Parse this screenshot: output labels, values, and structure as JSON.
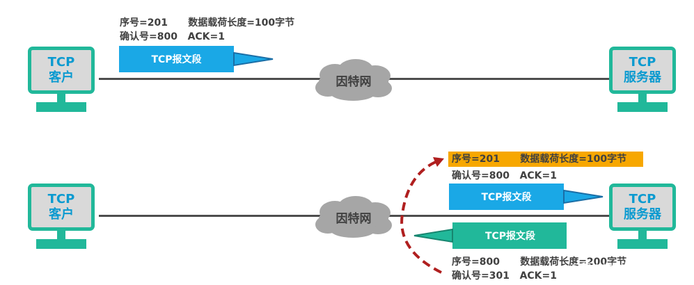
{
  "top": {
    "client": {
      "line1": "TCP",
      "line2": "客户"
    },
    "server": {
      "line1": "TCP",
      "line2": "服务器"
    },
    "network": "因特网",
    "info_line1": "序号=201      数据载荷长度=100字节",
    "info_line2": "确认号=800   ACK=1",
    "segment_label": "TCP报文段"
  },
  "bottom": {
    "client": {
      "line1": "TCP",
      "line2": "客户"
    },
    "server": {
      "line1": "TCP",
      "line2": "服务器"
    },
    "network": "因特网",
    "highlight_line": "序号=201      数据载荷长度=100字节",
    "info_line2": "确认号=800   ACK=1",
    "segment_to_server": "TCP报文段",
    "segment_to_client": "TCP报文段",
    "reply_line1": "序号=800      数据载荷长度=200字节",
    "reply_line2": "确认号=301   ACK=1"
  },
  "watermark": "@稀土掘金技术社区",
  "colors": {
    "station_border": "#21b89a",
    "station_text": "#0a9ad0",
    "segment_blue": "#1aa8e6",
    "segment_green": "#21b89a",
    "highlight": "#f7a700",
    "dashed_arrow": "#b01f1f"
  }
}
